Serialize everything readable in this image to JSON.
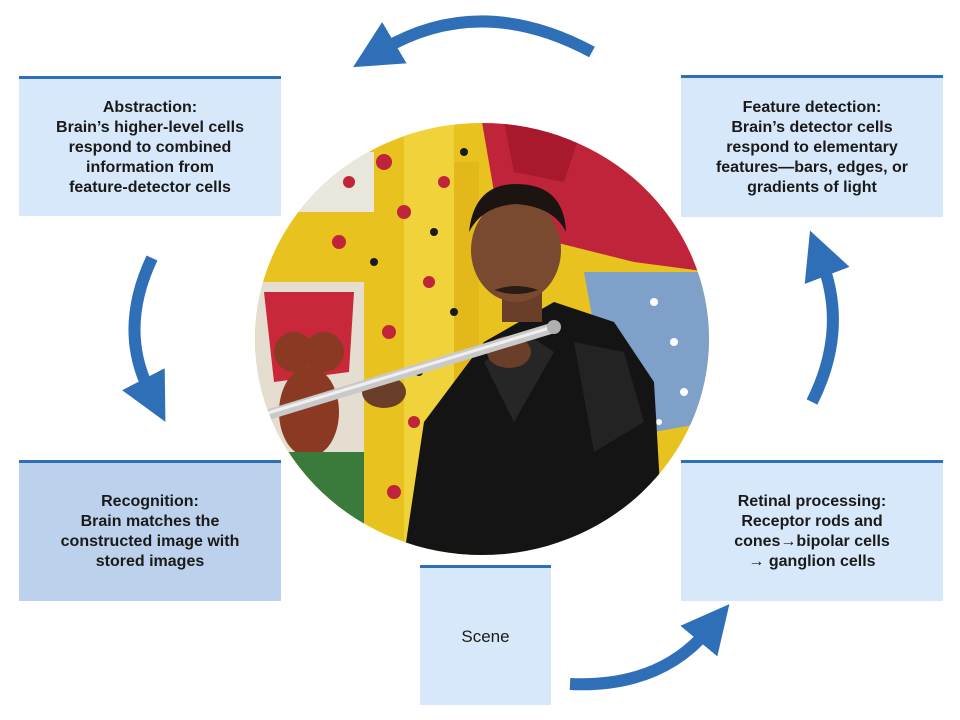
{
  "stages": {
    "abstraction": "Abstraction:\nBrain’s higher-level cells\nrespond to combined\ninformation from\nfeature-detector cells",
    "feature_detection": "Feature detection:\nBrain’s detector cells\nrespond to elementary\nfeatures—bars, edges, or\ngradients of light",
    "recognition": "Recognition:\nBrain matches the\nconstructed image with\nstored images",
    "retinal_processing": "Retinal processing:\nReceptor rods and\ncones→bipolar cells\n→ ganglion cells",
    "scene": "Scene"
  },
  "colors": {
    "arrow": "#2f6fb8",
    "box_light": "#d7e8fa",
    "box_mid": "#bcd2ec",
    "border": "#2f6fb8"
  },
  "photo": {
    "description_icon": "flute-player-photo"
  }
}
